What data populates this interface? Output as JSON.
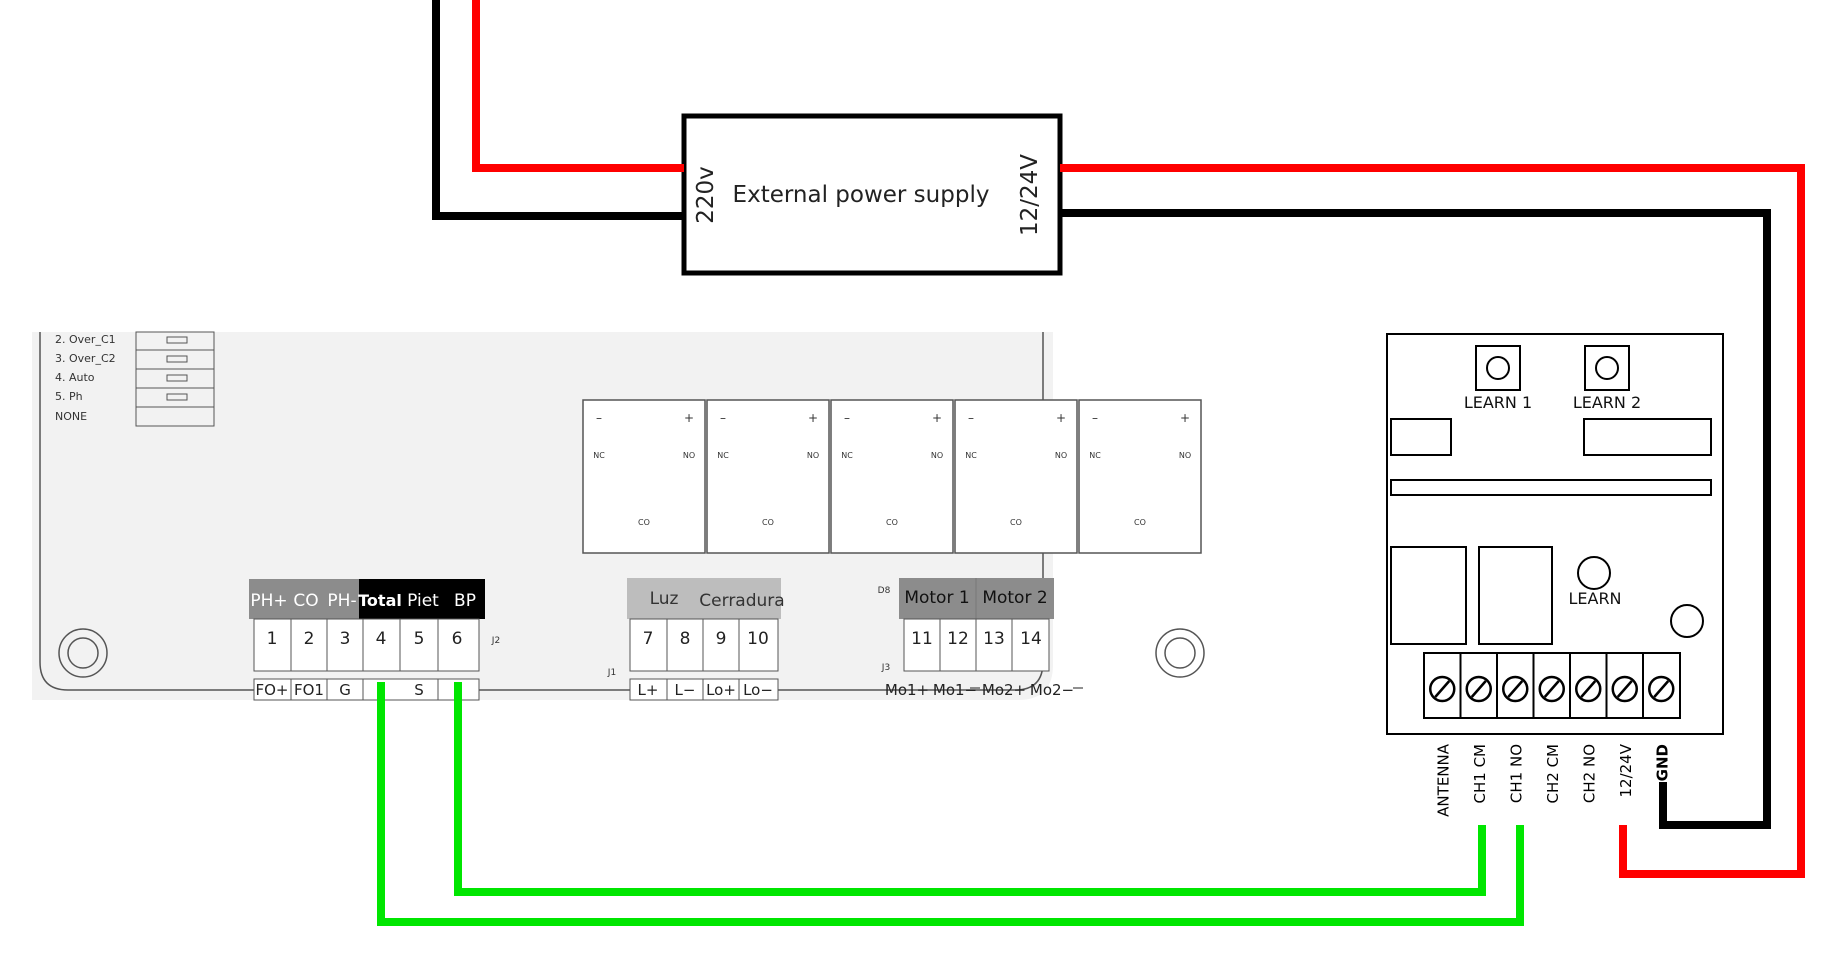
{
  "colors": {
    "live": "#ff0000",
    "neutral": "#000000",
    "signal": "#00e600",
    "board": "#f2f2f2",
    "header_light": "#bdbdbd",
    "header_mid": "#8c8c8c",
    "header_dark": "#000000"
  },
  "power_supply": {
    "label": "External power supply",
    "input": "220v",
    "output": "12/24V"
  },
  "controller": {
    "dip_labels": [
      "2. Over_C1",
      "3. Over_C2",
      "4. Auto",
      "5. Ph",
      "NONE"
    ],
    "relay_labels": {
      "minus": "–",
      "plus": "+",
      "nc": "NC",
      "no": "NO",
      "co": "CO"
    },
    "j2_headers": [
      "PH+",
      "CO",
      "PH-",
      "Total",
      "Piet",
      "BP"
    ],
    "j2_numbers": [
      "1",
      "2",
      "3",
      "4",
      "5",
      "6"
    ],
    "j2_bottom": [
      "FO+",
      "FO1",
      "G",
      "",
      "S",
      ""
    ],
    "j2_tag": "J2",
    "j1_headers": [
      "Luz",
      "Cerradura"
    ],
    "j1_numbers": [
      "7",
      "8",
      "9",
      "10"
    ],
    "j1_bottom": [
      "L+",
      "L−",
      "Lo+",
      "Lo−"
    ],
    "j1_tag": "J1",
    "j3_headers": [
      "Motor 1",
      "Motor 2"
    ],
    "j3_numbers": [
      "11",
      "12",
      "13",
      "14"
    ],
    "j3_bottom": [
      "Mo1+",
      "Mo1−",
      "Mo2+",
      "Mo2−"
    ],
    "j3_tag": "J3",
    "d8_tag": "D8"
  },
  "receiver": {
    "learn1": "LEARN 1",
    "learn2": "LEARN 2",
    "learn": "LEARN",
    "terminals": [
      "ANTENNA",
      "CH1 CM",
      "CH1 NO",
      "CH2 CM",
      "CH2 NO",
      "12/24V",
      "GND"
    ]
  }
}
